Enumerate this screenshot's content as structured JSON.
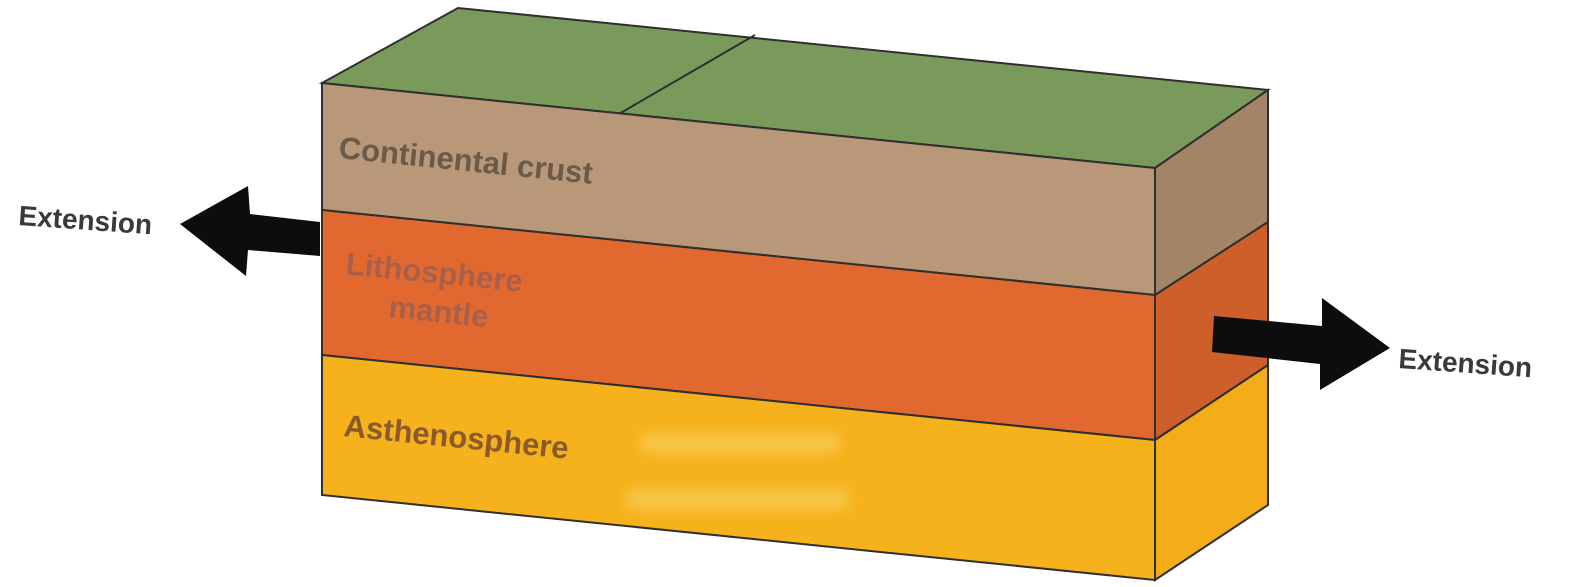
{
  "diagram": {
    "layers": {
      "crust": {
        "label": "Continental crust",
        "color": "#b89878"
      },
      "lithosphere_mantle": {
        "label_line1": "Lithosphere",
        "label_line2": "mantle",
        "color": "#e1692f"
      },
      "asthenosphere": {
        "label": "Asthenosphere",
        "color": "#f5b21c"
      },
      "surface": {
        "color": "#7a9a5c"
      }
    },
    "arrows": {
      "left": {
        "label": "Extension"
      },
      "right": {
        "label": "Extension"
      }
    }
  }
}
